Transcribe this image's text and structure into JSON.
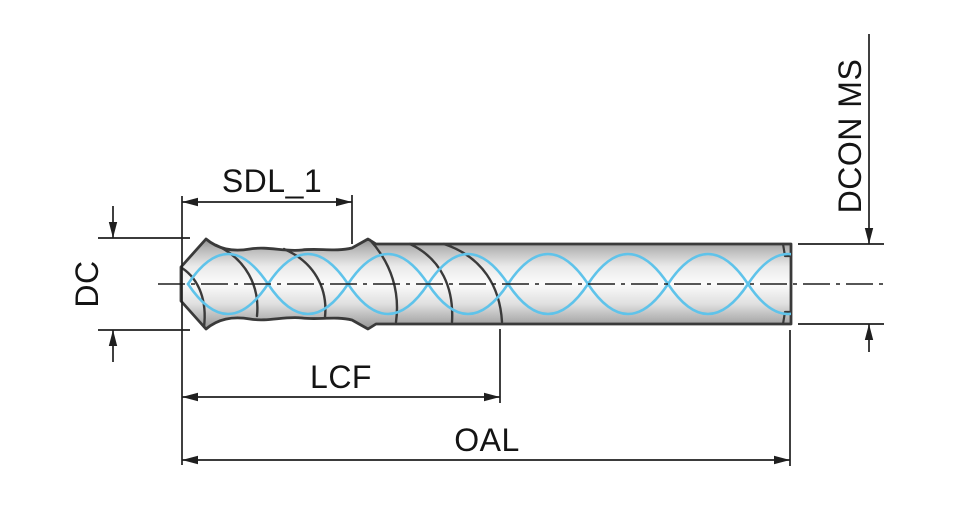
{
  "diagram": {
    "labels": {
      "sdl1": "SDL_1",
      "dc": "DC",
      "lcf": "LCF",
      "oal": "OAL",
      "dcon": "DCON MS"
    },
    "colors": {
      "outline": "#3a3a3a",
      "dimension": "#1f1f1f",
      "coolant": "#5fc3ea"
    }
  }
}
